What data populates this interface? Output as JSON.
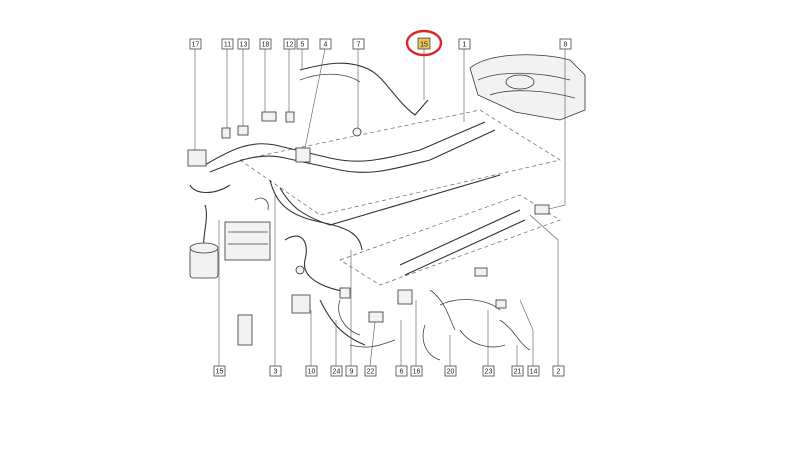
{
  "diagram": {
    "top_callouts": [
      "17",
      "11",
      "13",
      "18",
      "12",
      "5",
      "4",
      "7",
      "15",
      "1",
      "8"
    ],
    "bottom_callouts": [
      "15",
      "3",
      "10",
      "24",
      "9",
      "22",
      "6",
      "16",
      "20",
      "23",
      "21",
      "14",
      "2"
    ],
    "highlighted_callout": "15",
    "highlight_color": "#d62828",
    "highlight_fill": "#e8c25a",
    "line_color": "#333333"
  }
}
